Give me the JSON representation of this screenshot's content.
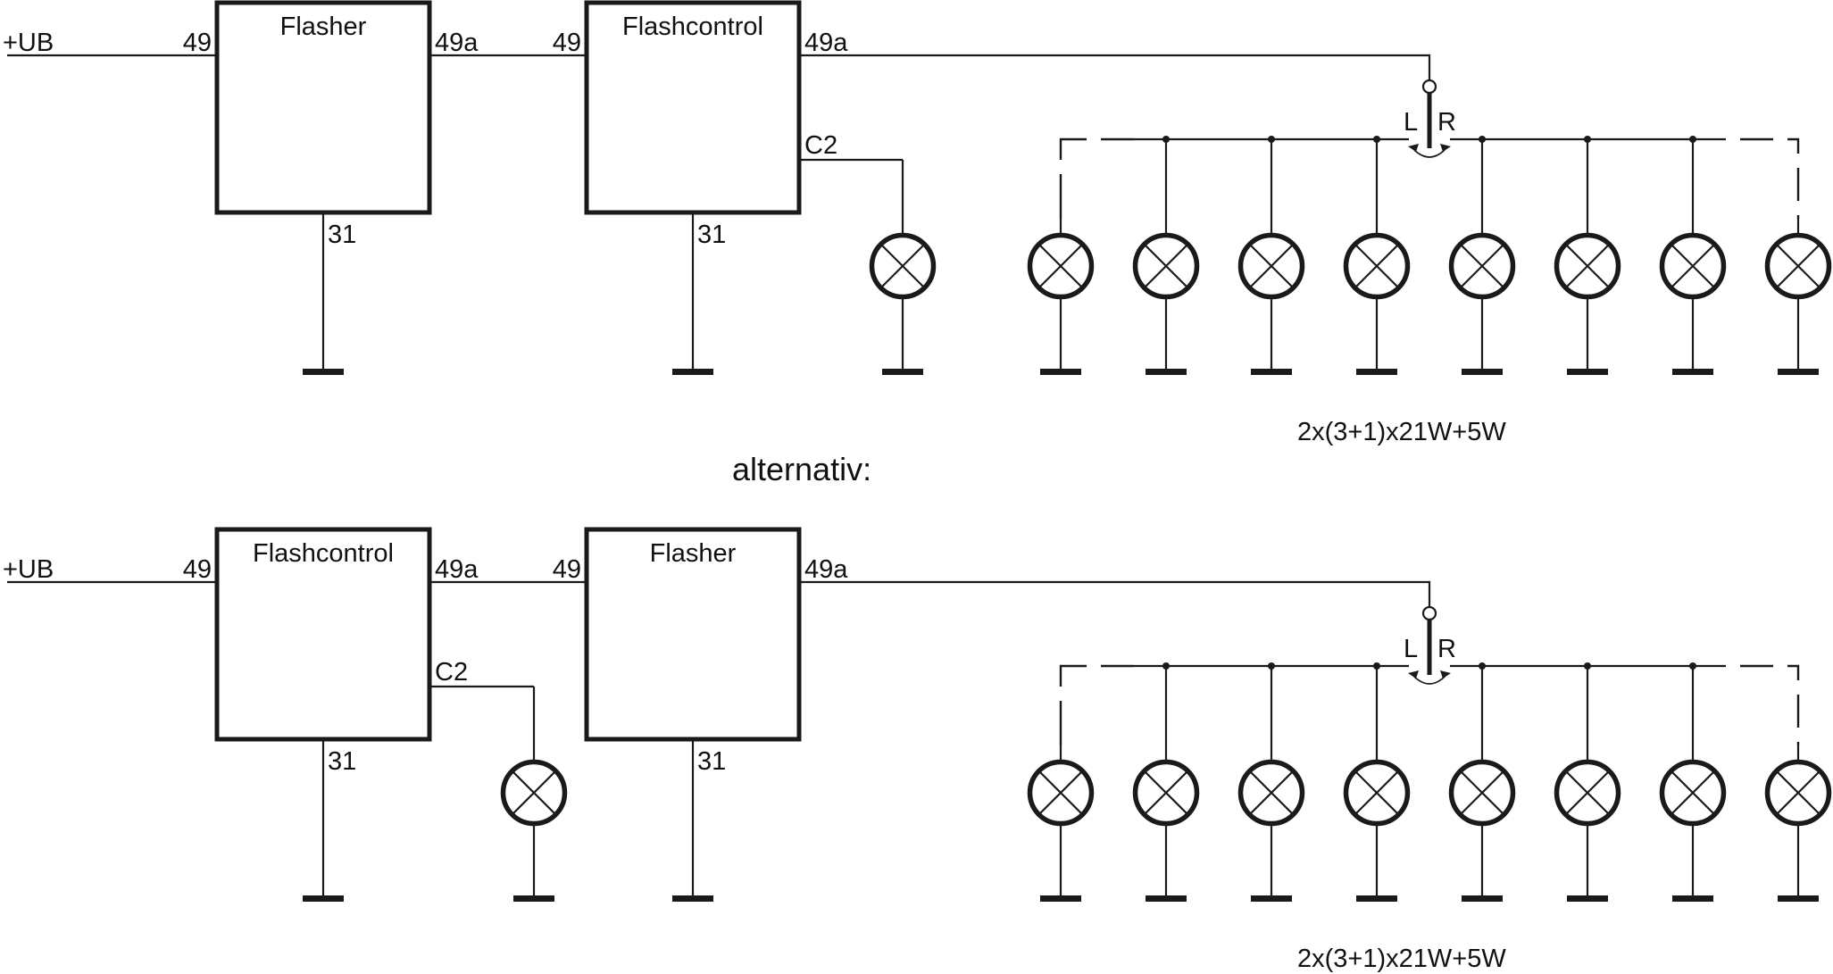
{
  "diagrams": [
    {
      "id": "primary",
      "supply_label": "+UB",
      "blocks": [
        {
          "title": "Flasher",
          "pin_in": "49",
          "pin_out": "49a",
          "pin_gnd": "31",
          "has_c2": false
        },
        {
          "title": "Flashcontrol",
          "pin_in": "49",
          "pin_out": "49a",
          "pin_gnd": "31",
          "has_c2": true,
          "pin_c2": "C2"
        }
      ],
      "switch": {
        "left_label": "L",
        "right_label": "R"
      },
      "lamp_groups": {
        "left_count": 4,
        "right_count": 4
      },
      "caption": "2x(3+1)x21W+5W"
    },
    {
      "id": "alternative",
      "supply_label": "+UB",
      "blocks": [
        {
          "title": "Flashcontrol",
          "pin_in": "49",
          "pin_out": "49a",
          "pin_gnd": "31",
          "has_c2": true,
          "pin_c2": "C2"
        },
        {
          "title": "Flasher",
          "pin_in": "49",
          "pin_out": "49a",
          "pin_gnd": "31",
          "has_c2": false
        }
      ],
      "switch": {
        "left_label": "L",
        "right_label": "R"
      },
      "lamp_groups": {
        "left_count": 4,
        "right_count": 4
      },
      "caption": "2x(3+1)x21W+5W"
    }
  ],
  "separator_label": "alternativ:",
  "colors": {
    "ink": "#1a1a1a",
    "background": "#ffffff"
  }
}
